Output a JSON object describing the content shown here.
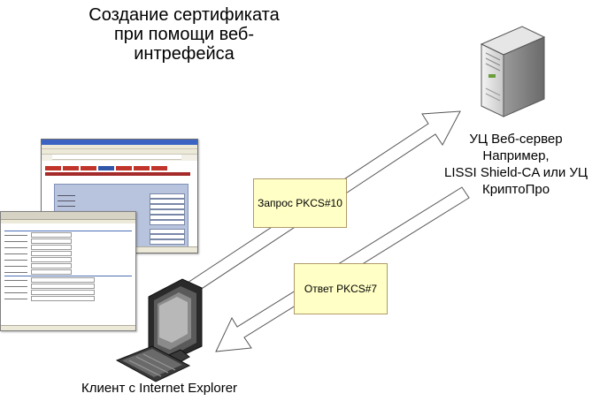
{
  "title": "Создание сертификата при помощи веб-интрефейса",
  "server": {
    "lines": [
      "УЦ Веб-сервер",
      "Например,",
      "LISSI Shield-CA или УЦ",
      "КриптоПро"
    ]
  },
  "client": {
    "label": "Клиент с Internet Explorer"
  },
  "request_box": {
    "label": "Запрос PKCS#10"
  },
  "response_box": {
    "label": "Ответ PKCS#7"
  },
  "colors": {
    "box_fill": "#ffffc6",
    "box_border": "#b09a6a",
    "arrow_stroke": "#555555",
    "arrow_fill": "#ffffff",
    "panel_blue": "#b8c3dd",
    "nav_red": "#c0342a"
  },
  "icons": [
    "server-icon",
    "computer-icon",
    "browser-window-icon"
  ]
}
